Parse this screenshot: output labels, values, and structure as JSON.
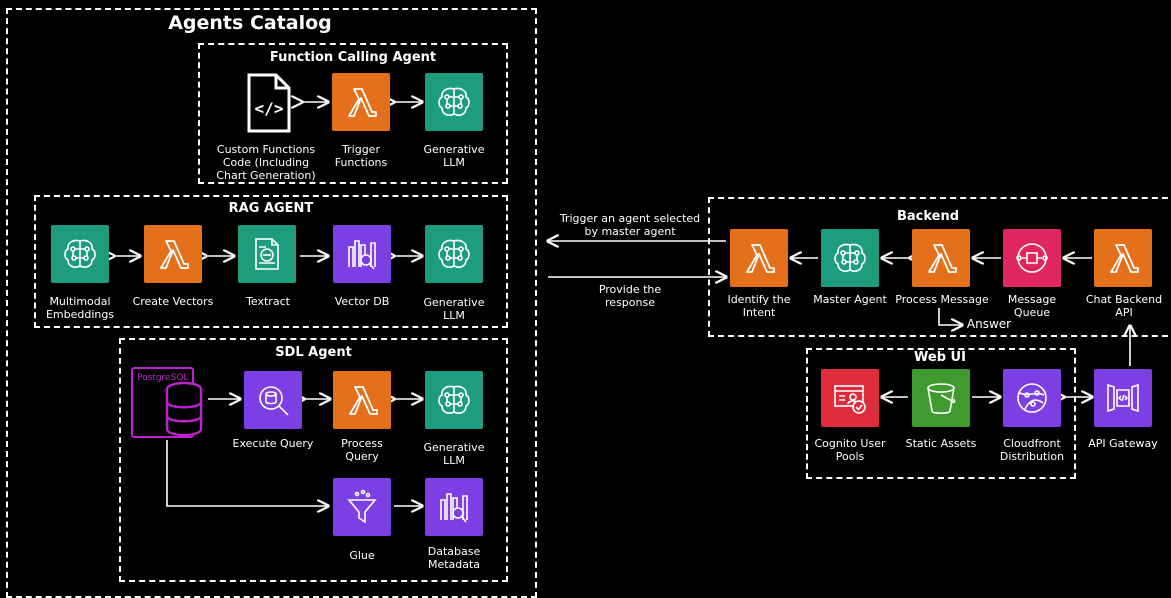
{
  "colors": {
    "background": "#000000",
    "ml_green": "#1e9c7e",
    "compute_orange": "#e4701b",
    "analytics_purple": "#7b3fe4",
    "app_integration_pink": "#e0265f",
    "security_red": "#dd2d3d",
    "storage_green": "#3f9b2f",
    "postgres_magenta": "#c021d0"
  },
  "catalog": {
    "title": "Agents Catalog"
  },
  "function_calling": {
    "title": "Function Calling Agent",
    "custom_functions": "Custom Functions Code (Including Chart Generation)",
    "trigger_functions": "Trigger Functions",
    "generative_llm": "Generative LLM"
  },
  "rag": {
    "title": "RAG AGENT",
    "multimodal": "Multimodal Embeddings",
    "create_vectors": "Create Vectors",
    "textract": "Textract",
    "vector_db": "Vector DB",
    "generative_llm": "Generative LLM"
  },
  "sdl": {
    "title": "SDL Agent",
    "postgres": "PostgreSQL",
    "execute_query": "Execute Query",
    "process_query": "Process Query",
    "generative_llm": "Generative LLM",
    "glue": "Glue",
    "db_metadata": "Database Metadata"
  },
  "flow": {
    "trigger_text": "Trigger an agent selected by master agent",
    "provide_text": "Provide the response",
    "answer_text": "Answer"
  },
  "backend": {
    "title": "Backend",
    "identify_intent": "Identify the Intent",
    "master_agent": "Master Agent",
    "process_message": "Process Message",
    "message_queue": "Message Queue",
    "chat_backend": "Chat Backend API"
  },
  "webui": {
    "title": "Web UI",
    "cognito": "Cognito User Pools",
    "static_assets": "Static Assets",
    "cloudfront": "Cloudfront Distribution",
    "api_gateway": "API Gateway"
  }
}
